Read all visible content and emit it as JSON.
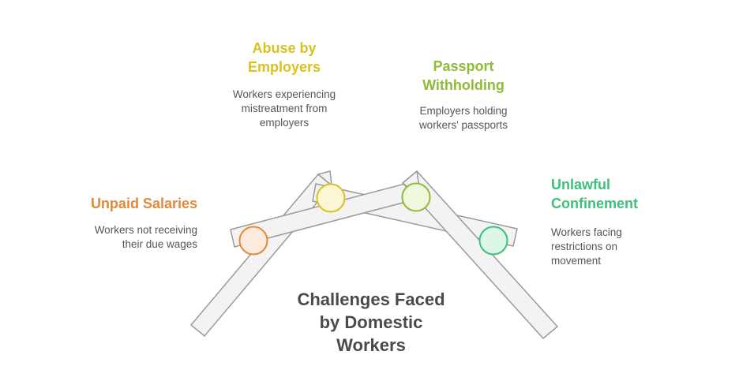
{
  "diagram": {
    "title_lines": [
      "Challenges Faced",
      "by Domestic",
      "Workers"
    ],
    "items": [
      {
        "id": "abuse",
        "heading_lines": [
          "Abuse by",
          "Employers"
        ],
        "description_lines": [
          "Workers experiencing",
          "mistreatment from",
          "employers"
        ],
        "color": "#d9c21f",
        "fill": "#fbf6d6"
      },
      {
        "id": "passport",
        "heading_lines": [
          "Passport",
          "Withholding"
        ],
        "description_lines": [
          "Employers holding",
          "workers' passports"
        ],
        "color": "#8fbb3a",
        "fill": "#f0f7dd"
      },
      {
        "id": "unpaid",
        "heading_lines": [
          "Unpaid Salaries"
        ],
        "description_lines": [
          "Workers not receiving",
          "their due wages"
        ],
        "color": "#e08a3a",
        "fill": "#fcebdd"
      },
      {
        "id": "unlawful",
        "heading_lines": [
          "Unlawful",
          "Confinement"
        ],
        "description_lines": [
          "Workers facing",
          "restrictions on",
          "movement"
        ],
        "color": "#3fbf7a",
        "fill": "#dcf6e8"
      }
    ],
    "bar_color": "#f3f3f3",
    "bar_stroke": "#9a9a9a"
  }
}
